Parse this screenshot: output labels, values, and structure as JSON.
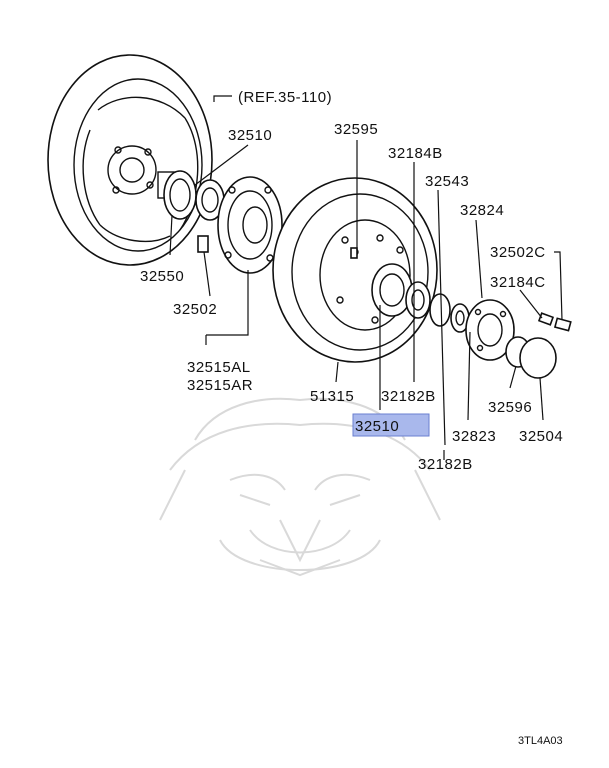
{
  "labels": {
    "ref": "(REF.35-110)",
    "p32510_top": "32510",
    "p32595": "32595",
    "p32184B": "32184B",
    "p32543": "32543",
    "p32824": "32824",
    "p32502C": "32502C",
    "p32184C": "32184C",
    "p32550": "32550",
    "p32502": "32502",
    "p32515AL": "32515AL",
    "p32515AR": "32515AR",
    "p51315": "51315",
    "p32182B_a": "32182B",
    "p32596": "32596",
    "p32510_hl": "32510",
    "p32823": "32823",
    "p32504": "32504",
    "p32182B_b": "32182B",
    "code": "3TL4A03"
  },
  "colors": {
    "highlight": "#a9b8ec",
    "line": "#111111",
    "watermark": "#d9d9d9"
  }
}
